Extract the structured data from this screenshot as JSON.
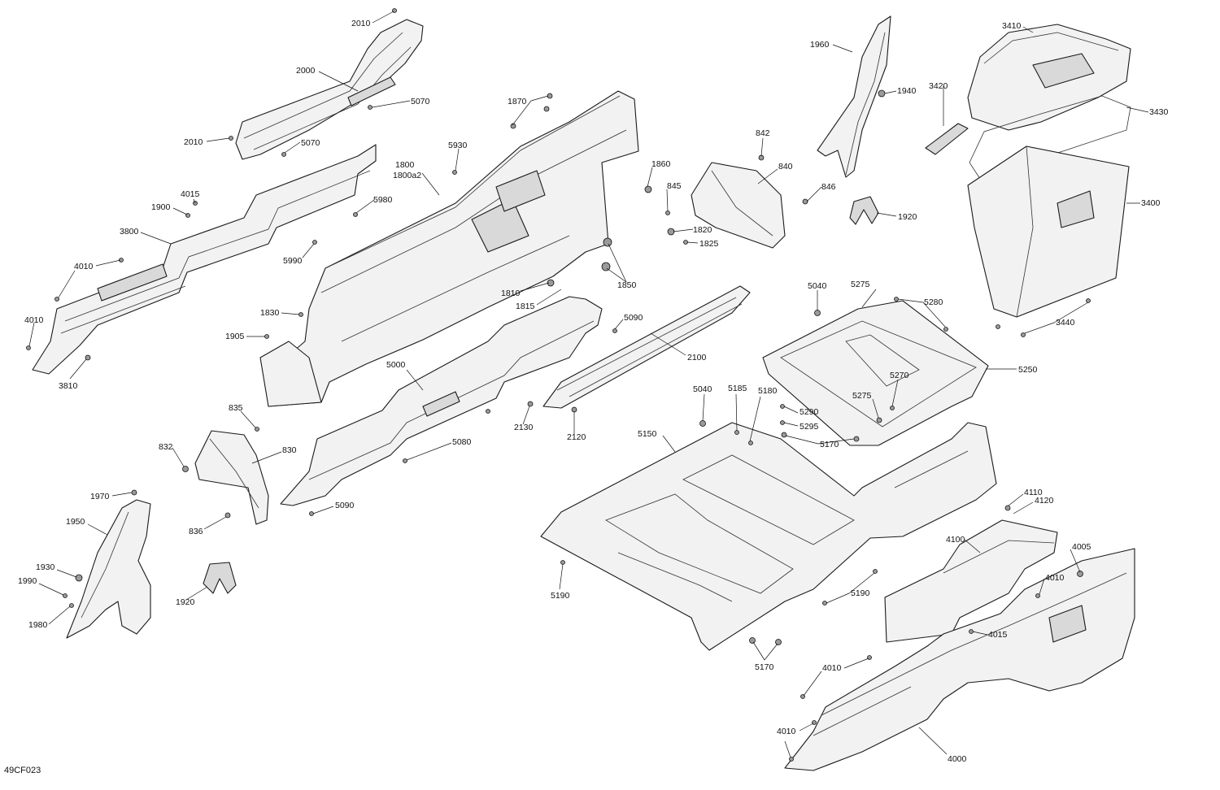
{
  "diagram": {
    "reference": "49CF023",
    "callouts": [
      {
        "id": "c2010a",
        "label": "2010"
      },
      {
        "id": "c2000",
        "label": "2000"
      },
      {
        "id": "c5070a",
        "label": "5070"
      },
      {
        "id": "c2010b",
        "label": "2010"
      },
      {
        "id": "c5070b",
        "label": "5070"
      },
      {
        "id": "c4015a",
        "label": "4015"
      },
      {
        "id": "c1900",
        "label": "1900"
      },
      {
        "id": "c3800",
        "label": "3800"
      },
      {
        "id": "c4010a",
        "label": "4010"
      },
      {
        "id": "c4010b",
        "label": "4010"
      },
      {
        "id": "c3810",
        "label": "3810"
      },
      {
        "id": "c1870",
        "label": "1870"
      },
      {
        "id": "c1800",
        "label": "1800"
      },
      {
        "id": "c1800a2",
        "label": "1800a2"
      },
      {
        "id": "c5930",
        "label": "5930"
      },
      {
        "id": "c5980",
        "label": "5980"
      },
      {
        "id": "c5990",
        "label": "5990"
      },
      {
        "id": "c1860",
        "label": "1860"
      },
      {
        "id": "c845",
        "label": "845"
      },
      {
        "id": "c1820",
        "label": "1820"
      },
      {
        "id": "c1825",
        "label": "1825"
      },
      {
        "id": "c1850",
        "label": "1850"
      },
      {
        "id": "c1810",
        "label": "1810"
      },
      {
        "id": "c1815",
        "label": "1815"
      },
      {
        "id": "c1830",
        "label": "1830"
      },
      {
        "id": "c1905",
        "label": "1905"
      },
      {
        "id": "c842",
        "label": "842"
      },
      {
        "id": "c840",
        "label": "840"
      },
      {
        "id": "c846",
        "label": "846"
      },
      {
        "id": "c1960",
        "label": "1960"
      },
      {
        "id": "c1940",
        "label": "1940"
      },
      {
        "id": "c1920a",
        "label": "1920"
      },
      {
        "id": "c3410",
        "label": "3410"
      },
      {
        "id": "c3420",
        "label": "3420"
      },
      {
        "id": "c3430",
        "label": "3430"
      },
      {
        "id": "c3400",
        "label": "3400"
      },
      {
        "id": "c3440",
        "label": "3440"
      },
      {
        "id": "c5040a",
        "label": "5040"
      },
      {
        "id": "c5275a",
        "label": "5275"
      },
      {
        "id": "c5280",
        "label": "5280"
      },
      {
        "id": "c5250",
        "label": "5250"
      },
      {
        "id": "c5270",
        "label": "5270"
      },
      {
        "id": "c5275b",
        "label": "5275"
      },
      {
        "id": "c5090a",
        "label": "5090"
      },
      {
        "id": "c2100",
        "label": "2100"
      },
      {
        "id": "c5000",
        "label": "5000"
      },
      {
        "id": "c2130",
        "label": "2130"
      },
      {
        "id": "c2120",
        "label": "2120"
      },
      {
        "id": "c5080",
        "label": "5080"
      },
      {
        "id": "c5090b",
        "label": "5090"
      },
      {
        "id": "c835",
        "label": "835"
      },
      {
        "id": "c832",
        "label": "832"
      },
      {
        "id": "c830",
        "label": "830"
      },
      {
        "id": "c836",
        "label": "836"
      },
      {
        "id": "c5040b",
        "label": "5040"
      },
      {
        "id": "c5185",
        "label": "5185"
      },
      {
        "id": "c5180",
        "label": "5180"
      },
      {
        "id": "c5290",
        "label": "5290"
      },
      {
        "id": "c5295",
        "label": "5295"
      },
      {
        "id": "c5170a",
        "label": "5170"
      },
      {
        "id": "c5150",
        "label": "5150"
      },
      {
        "id": "c5190a",
        "label": "5190"
      },
      {
        "id": "c5190b",
        "label": "5190"
      },
      {
        "id": "c5170b",
        "label": "5170"
      },
      {
        "id": "c1970",
        "label": "1970"
      },
      {
        "id": "c1950",
        "label": "1950"
      },
      {
        "id": "c1930",
        "label": "1930"
      },
      {
        "id": "c1990",
        "label": "1990"
      },
      {
        "id": "c1980",
        "label": "1980"
      },
      {
        "id": "c1920b",
        "label": "1920"
      },
      {
        "id": "c4110",
        "label": "4110"
      },
      {
        "id": "c4120",
        "label": "4120"
      },
      {
        "id": "c4005",
        "label": "4005"
      },
      {
        "id": "c4100",
        "label": "4100"
      },
      {
        "id": "c4010c",
        "label": "4010"
      },
      {
        "id": "c4015b",
        "label": "4015"
      },
      {
        "id": "c4010d",
        "label": "4010"
      },
      {
        "id": "c4010e",
        "label": "4010"
      },
      {
        "id": "c4000",
        "label": "4000"
      }
    ]
  }
}
